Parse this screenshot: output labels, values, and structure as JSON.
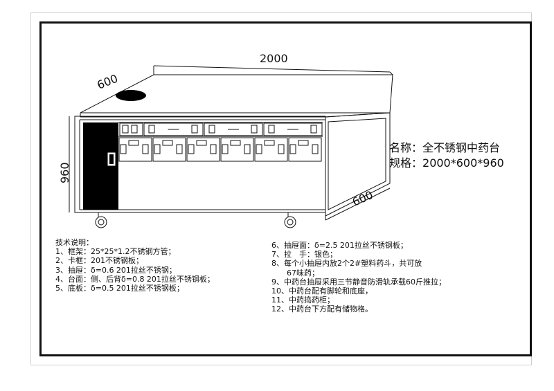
{
  "dimensions": {
    "length": "2000",
    "depth_top": "600",
    "height": "960",
    "depth_side": "600"
  },
  "title_block": {
    "name_label": "名称：",
    "name_value": "全不锈钢中药台",
    "spec_label": "规格：",
    "spec_value": "2000*600*960"
  },
  "notes_left": {
    "heading": "技术说明：",
    "items": [
      "1、框架：25*25*1.2不锈钢方管；",
      "2、卡框：201不锈钢板；",
      "3、抽屉：δ=0.6 201拉丝不锈钢；",
      "4、台面：侧、后背δ=0.8 201拉丝不锈钢板；",
      "5、底板：δ=0.5 201拉丝不锈钢板；"
    ]
  },
  "notes_right": {
    "items": [
      "6、抽屉面：δ=2.5 201拉丝不锈钢板；",
      "7、拉　手：银色；",
      "8、每个小抽屉内放2个2#塑料药斗，共可放",
      "67味药；",
      "9、中药台抽屉采用三节静音防滑轨承载60斤推拉；",
      "10、中药台配有脚轮和底座，",
      "11、中药捣药柜；",
      "12、中药台下方配有储物格。"
    ]
  },
  "colors": {
    "line": "#111111",
    "cabinet_panel": "#000000",
    "frame_light": "#cfcfcf"
  }
}
